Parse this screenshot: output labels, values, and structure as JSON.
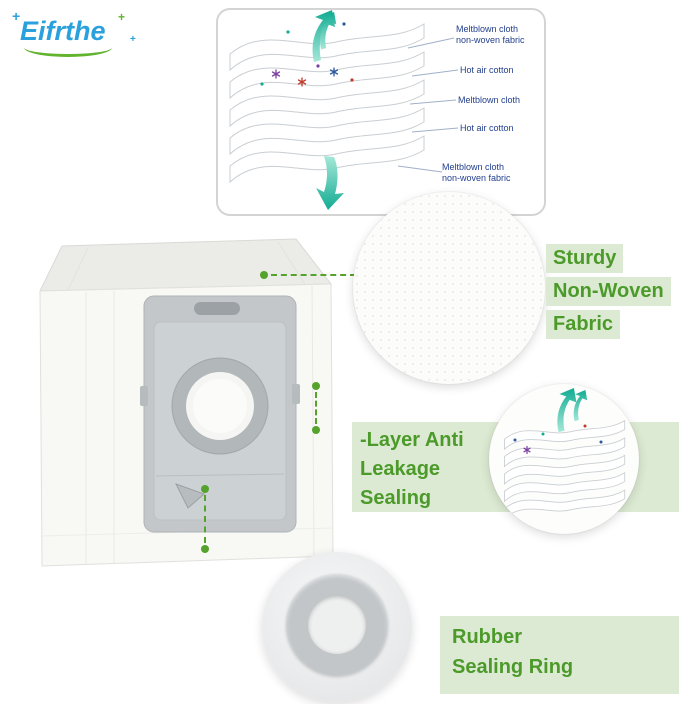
{
  "brand": {
    "name": "Eifrthe",
    "sparkle": "+"
  },
  "diagram": {
    "labels": [
      "Meltblown cloth\nnon-woven fabric",
      "Hot air cotton",
      "Meltblown cloth",
      "Hot air cotton",
      "Meltblown cloth\nnon-woven fabric"
    ]
  },
  "callouts": {
    "fabric": {
      "lines": [
        "Sturdy",
        "Non-Woven",
        "Fabric"
      ]
    },
    "sealing": {
      "lines": [
        "-Layer Anti",
        "Leakage",
        "Sealing"
      ]
    },
    "ring": {
      "lines": [
        "Rubber",
        "Sealing Ring"
      ]
    }
  },
  "colors": {
    "accent_green": "#55a22c",
    "text_green": "#4c9a2a",
    "highlight_green": "#dcead3",
    "label_blue": "#23408e",
    "logo_blue": "#2aa0dc",
    "teal_arrow": "#12ab93"
  }
}
